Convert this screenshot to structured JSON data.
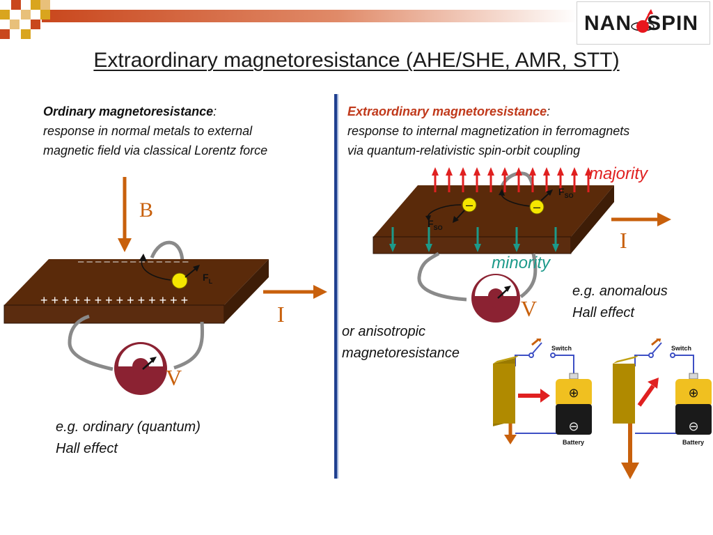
{
  "slide": {
    "title": "Extraordinary magnetoresistance (AHE/SHE, AMR, STT)",
    "logo": {
      "text_left": "NAN",
      "text_right": "SPIN",
      "brand_red": "#e8161d"
    },
    "colors": {
      "orange_accent": "#c8600c",
      "slab_brown": "#5a2a0a",
      "divider_blue": "#1f3f8f",
      "majority_red": "#e02020",
      "minority_teal": "#1c9a8a",
      "meter_maroon": "#8b2232",
      "electron_yellow": "#f5e600",
      "heading_red": "#c0391b"
    }
  },
  "left": {
    "heading_bold": "Ordinary magnetoresistance",
    "heading_colon": ":",
    "line1": "response in normal metals to external",
    "line2": "magnetic field via classical Lorentz force",
    "field_label": "B",
    "current_label": "I",
    "voltage_label": "V",
    "force_label": "F",
    "force_sub": "L",
    "minus_row": "– – – – – – – – – – – – –",
    "plus_row": "+ + + + + + + + + + + + + +",
    "caption_line1": "e.g. ordinary (quantum)",
    "caption_line2": "Hall effect"
  },
  "right": {
    "heading_bold": "Extraordinary magnetoresistance",
    "heading_colon": ":",
    "line1": "response to internal magnetization in ferromagnets",
    "line2": "via quantum-relativistic spin-orbit coupling",
    "majority_label": "majority",
    "minority_label": "minority",
    "current_label": "I",
    "voltage_label": "V",
    "force_label": "F",
    "force_sub": "SO",
    "electron_sign": "–",
    "caption_line1": "e.g. anomalous",
    "caption_line2": "Hall effect",
    "amr_line1": "or anisotropic",
    "amr_line2": "magnetoresistance",
    "switch_label": "Switch",
    "battery_label": "Battery",
    "battery_plus": "⊕",
    "battery_minus": "⊖"
  }
}
